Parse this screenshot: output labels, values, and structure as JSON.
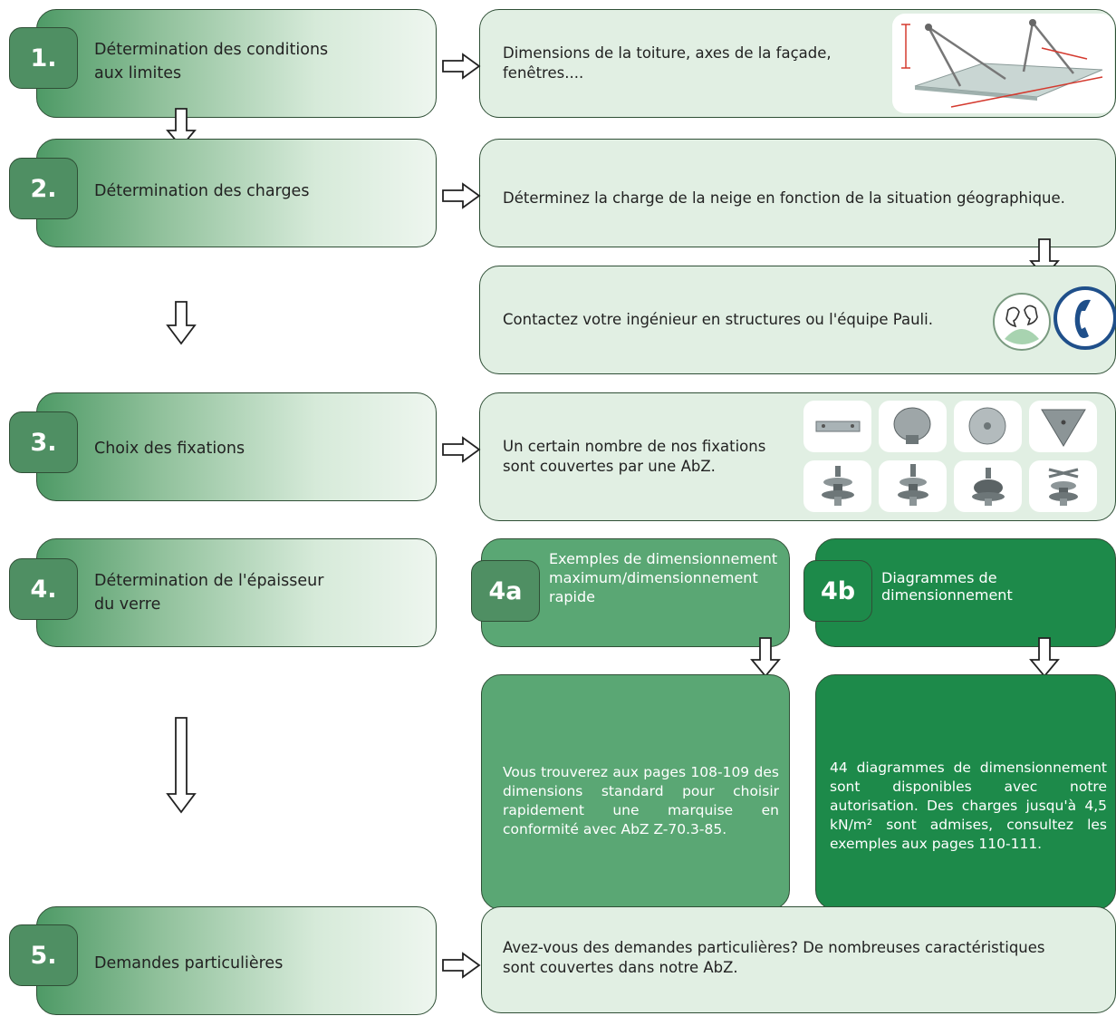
{
  "steps": [
    {
      "number": "1.",
      "label_lines": [
        "Détermination des conditions",
        "aux limites"
      ]
    },
    {
      "number": "2.",
      "label_lines": [
        "Détermination des charges"
      ]
    },
    {
      "number": "3.",
      "label_lines": [
        "Choix des fixations"
      ]
    },
    {
      "number": "4.",
      "label_lines": [
        "Détermination de l'épaisseur",
        "du verre"
      ]
    },
    {
      "number": "5.",
      "label_lines": [
        "Demandes particulières"
      ]
    }
  ],
  "info": {
    "boundary": [
      "Dimensions de la toiture, axes de la façade,",
      "fenêtres...."
    ],
    "snow": "Déterminez la charge de la neige en fonction de la situation géographique.",
    "contact": "Contactez votre ingénieur en structures ou l'équipe Pauli.",
    "fixings": [
      "Un certain nombre de nos fixations",
      "sont couvertes par une AbZ."
    ],
    "special": [
      "Avez-vous des demandes particulières? De nombreuses caractéristiques",
      "sont couvertes dans notre AbZ."
    ]
  },
  "option_4a": {
    "badge": "4a",
    "label_lines": [
      "Exemples de dimensionnement",
      "maximum/dimensionnement",
      "rapide"
    ],
    "detail": "Vous trouverez aux pages 108-109 des dimensions standard pour choisir rapidement une marquise en conformité avec AbZ Z-70.3-85."
  },
  "option_4b": {
    "badge": "4b",
    "label_lines": [
      "Diagrammes de",
      "dimensionnement"
    ],
    "detail": "44 diagrammes de dimensionnement sont disponibles avec notre autorisation. Des charges jusqu'à 4,5 kN/m² sont admises, consultez les exemples aux pages 110-111."
  },
  "colors": {
    "box_border": "#2f4f36",
    "step_gradient_dark": "#4e9a66",
    "info_fill": "#e1efe3",
    "option_4a_fill": "#5aa774",
    "option_4b_fill": "#1d8a4a"
  },
  "icons": [
    "canopy-illustration-icon",
    "conversation-icon",
    "phone-icon",
    "fixing-thumbnail-icons",
    "arrow-right-icon",
    "arrow-down-icon"
  ]
}
